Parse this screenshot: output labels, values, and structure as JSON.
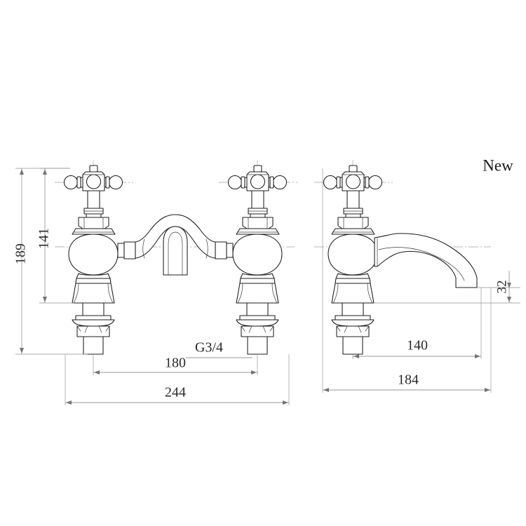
{
  "drawing": {
    "title_note": "New",
    "units_note": "",
    "background_color": "#ffffff",
    "line_color": "#1c1c1c",
    "dimension_color": "#6f7479",
    "centerline_color": "#9aa0a6"
  },
  "dimensions": {
    "overall_height": {
      "label": "189",
      "orientation": "vertical",
      "position": "left-outer"
    },
    "handle_height": {
      "label": "141",
      "orientation": "vertical",
      "position": "left-inner"
    },
    "thread_spec": {
      "label": "G3/4",
      "orientation": "horizontal",
      "position": "bottom-center"
    },
    "tap_centres": {
      "label": "180",
      "orientation": "horizontal",
      "position": "bottom-middle"
    },
    "overall_width": {
      "label": "244",
      "orientation": "horizontal",
      "position": "bottom-outer"
    },
    "spout_reach": {
      "label": "140",
      "orientation": "horizontal",
      "position": "right-bottom-middle"
    },
    "side_overall_width": {
      "label": "184",
      "orientation": "horizontal",
      "position": "right-bottom-outer"
    },
    "spout_outlet_height": {
      "label": "32",
      "orientation": "vertical",
      "position": "right-edge"
    }
  },
  "views": [
    {
      "name": "front-view",
      "description": "Bridge mixer tap front elevation with two cross-head handles and central swan-neck spout"
    },
    {
      "name": "side-view",
      "description": "Side elevation showing single tap body with curved spout"
    }
  ],
  "components": {
    "cross_handle": "cross-head-handle",
    "handle_shroud": "handle-shroud",
    "body_globe": "globe-body",
    "base_flange": "base-flange",
    "lock_nut": "lock-nut",
    "tail_thread": "threaded-tail",
    "bridge_spout": "bridge-spout",
    "curved_spout": "curved-spout"
  }
}
